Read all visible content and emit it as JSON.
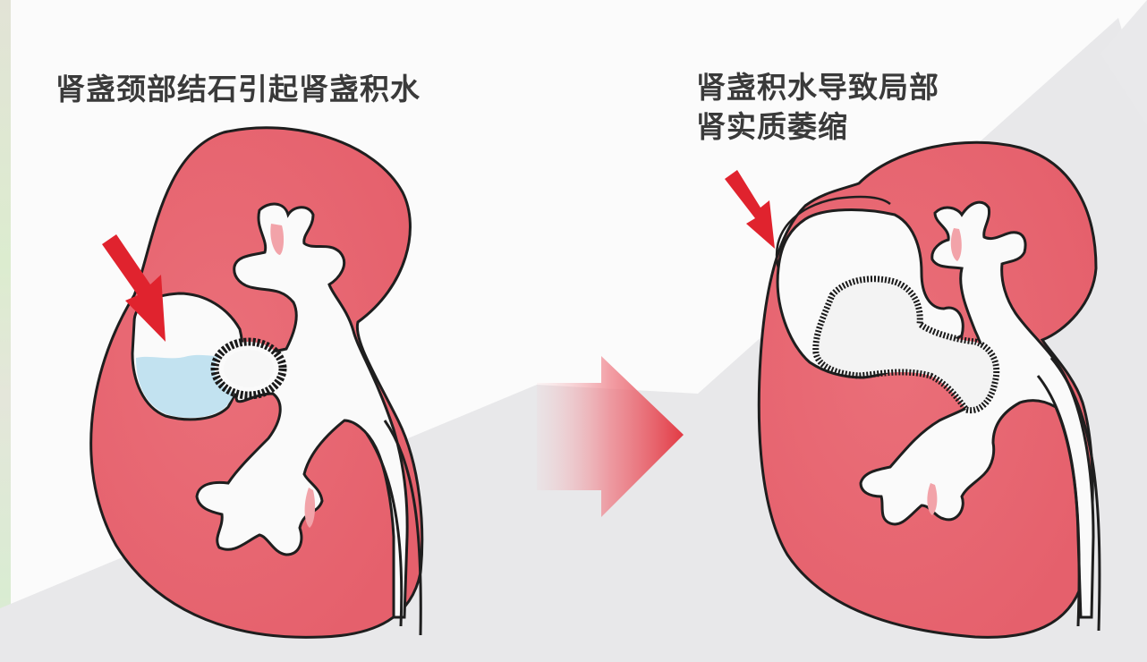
{
  "figure": {
    "left_panel": {
      "caption": "肾盏颈部结石引起肾盏积水",
      "elements": [
        "kidney",
        "calyx-hydronephrosis-fluid",
        "calyceal-neck-stone",
        "red-pointer-arrow",
        "ureter"
      ]
    },
    "transition_arrow": {
      "direction": "right",
      "color": "#e23a44"
    },
    "right_panel": {
      "caption_line1": "肾盏积水导致局部",
      "caption_line2": "肾实质萎缩",
      "elements": [
        "kidney",
        "dilated-calyx",
        "large-stone",
        "thinned-cortex",
        "red-pointer-arrow",
        "ureter"
      ]
    },
    "colors": {
      "kidney_fill": "#e9707a",
      "kidney_inner": "#f2a3a9",
      "outline": "#1e1e1e",
      "fluid": "#bfe0ef",
      "arrow": "#e0232e",
      "background": "#fbfbfb",
      "lower_band": "#e6e6e8"
    }
  }
}
